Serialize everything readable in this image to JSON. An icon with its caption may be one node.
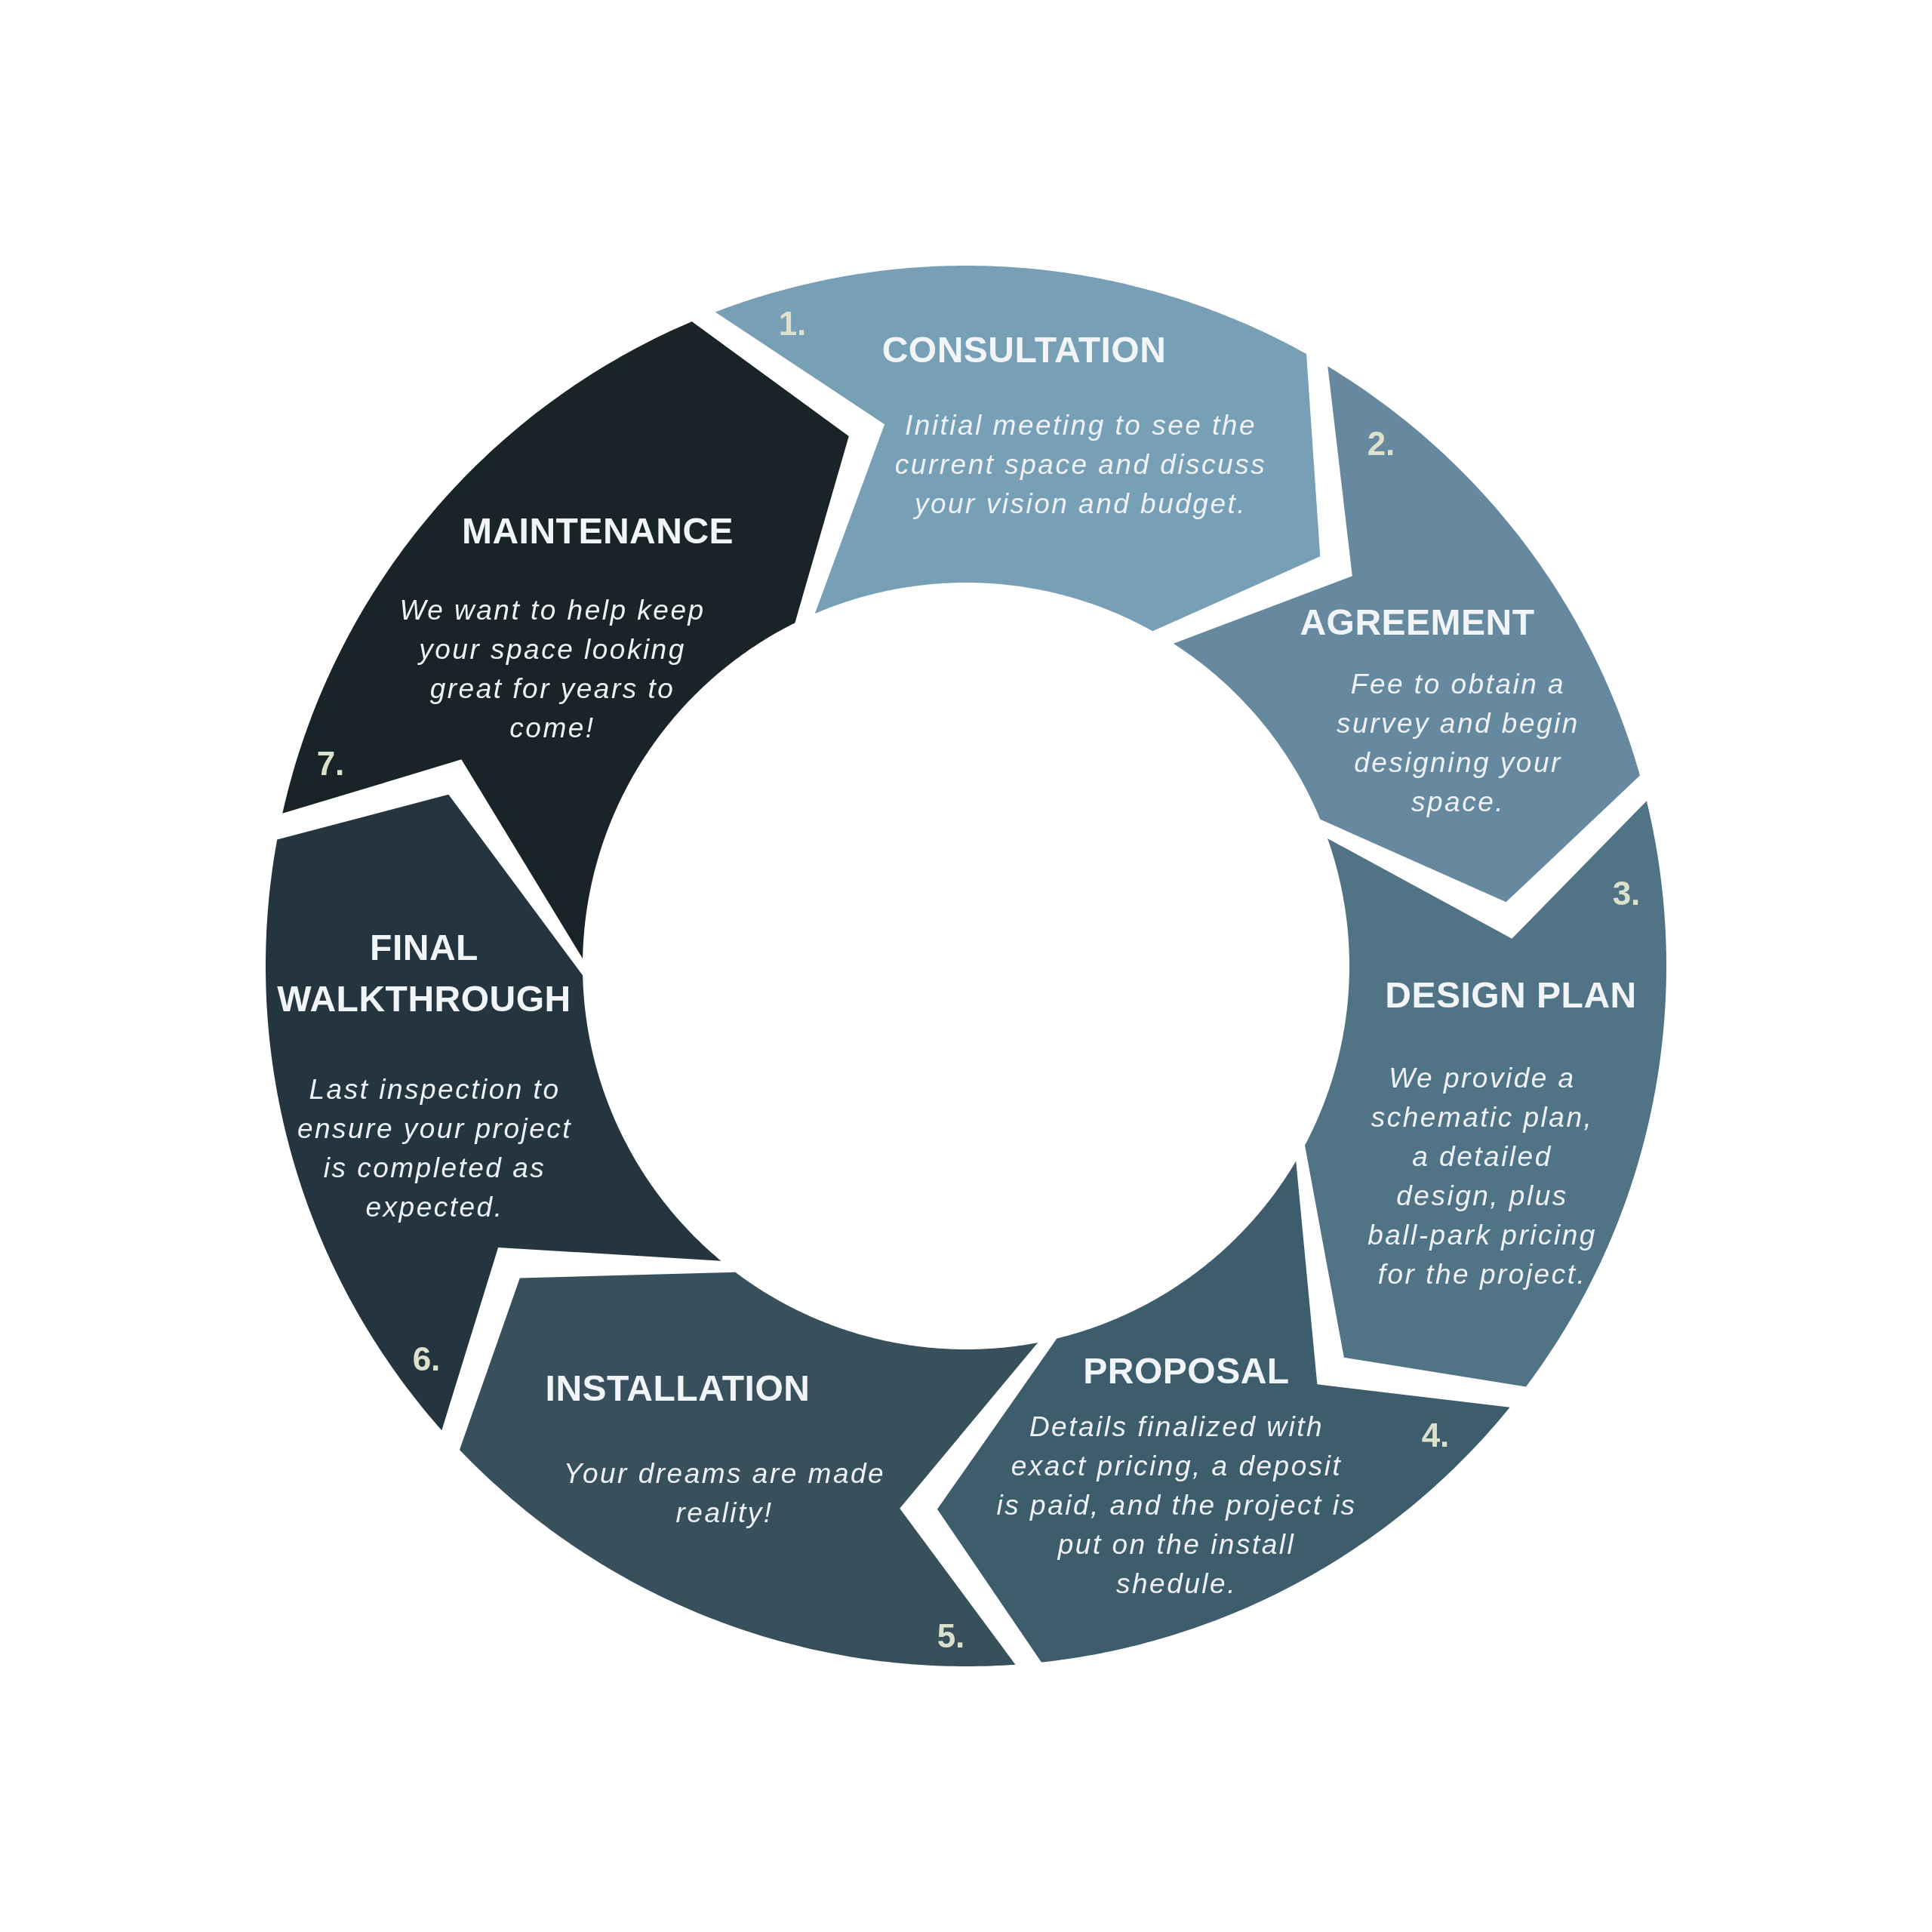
{
  "diagram": {
    "nodes": [
      {
        "text": [
          "1.",
          "CONSULTATION",
          "Initial meeting to see the current space and discuss your vision and budget."
        ]
      },
      {
        "text": [
          "2.",
          "AGREEMENT",
          "Fee to obtain a survey and begin designing your space."
        ]
      },
      {
        "text": [
          "3.",
          "DESIGN PLAN",
          "We provide a schematic plan, a detailed design, plus ball-park pricing for the project."
        ]
      },
      {
        "text": [
          "PROPOSAL",
          "Details finalized with exact pricing, a deposit is paid, and the project is put on the install shedule.",
          "4."
        ]
      },
      {
        "text": [
          "INSTALLATION",
          "Your dreams are made reality!",
          "5."
        ]
      },
      {
        "text": [
          "FINAL WALKTHROUGH",
          "Last inspection to ensure your project is completed as expected.",
          "6."
        ]
      },
      {
        "text": [
          "MAINTENANCE",
          "We want to help keep your space looking great for years to come!",
          "7."
        ]
      }
    ]
  }
}
